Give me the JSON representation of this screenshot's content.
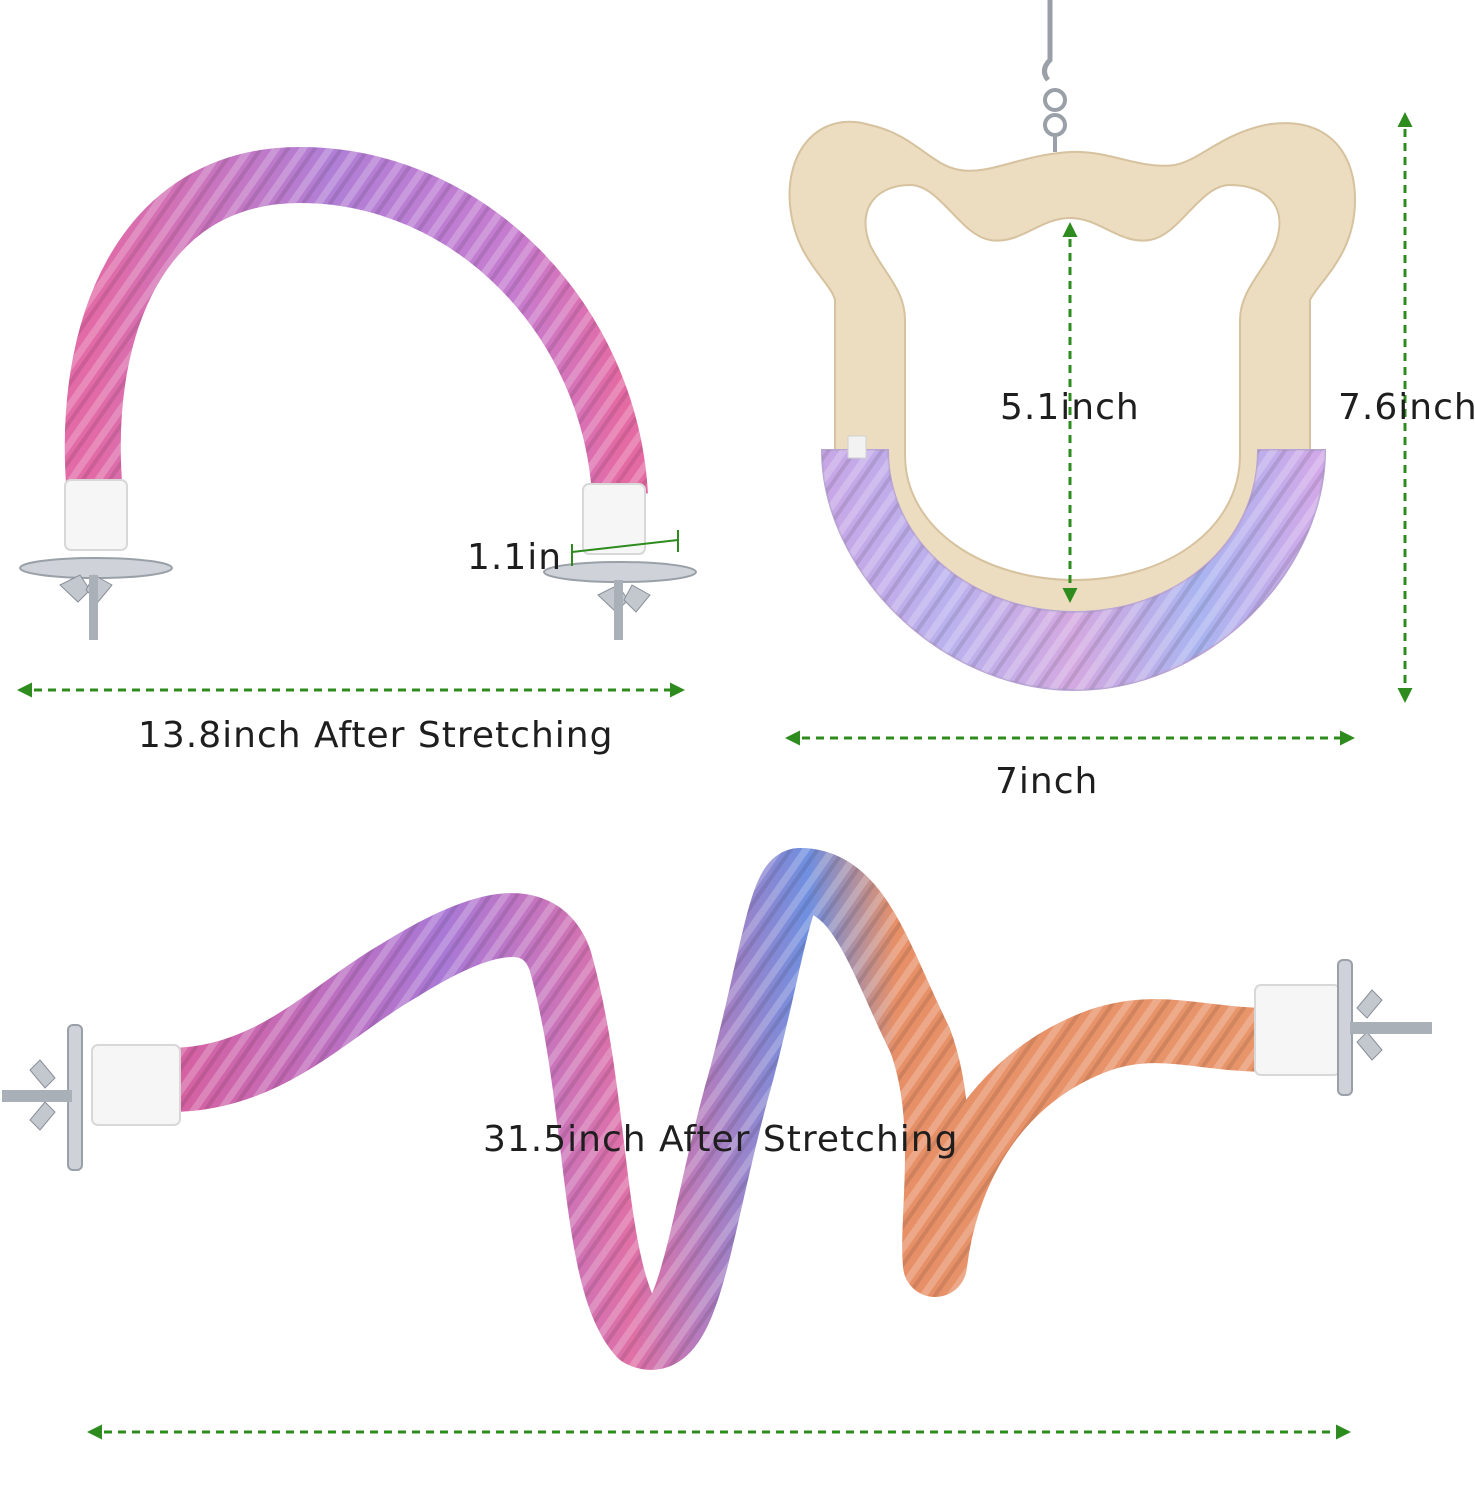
{
  "labels": {
    "rope_short_length": "13.8inch After Stretching",
    "rope_diameter": "1.1in",
    "ring_inner_height": "5.1inch",
    "ring_outer_height": "7.6inch",
    "ring_width": "7inch",
    "rope_long_length": "31.5inch After Stretching"
  },
  "colors": {
    "arrow_green": "#2e8b1e",
    "rope_pink": "#e06aa8",
    "rope_purple": "#a67ad6",
    "rope_blue": "#6f8fe0",
    "rope_orange": "#e89268",
    "wood": "#e8d9bd",
    "wrap_lavender": "#c8a8e8",
    "wrap_cream": "#eedfb8",
    "metal": "#b8bcc4"
  },
  "icons": [
    "metal-hook-icon",
    "wing-nut-icon",
    "washer-icon",
    "dimension-arrow-icon"
  ]
}
